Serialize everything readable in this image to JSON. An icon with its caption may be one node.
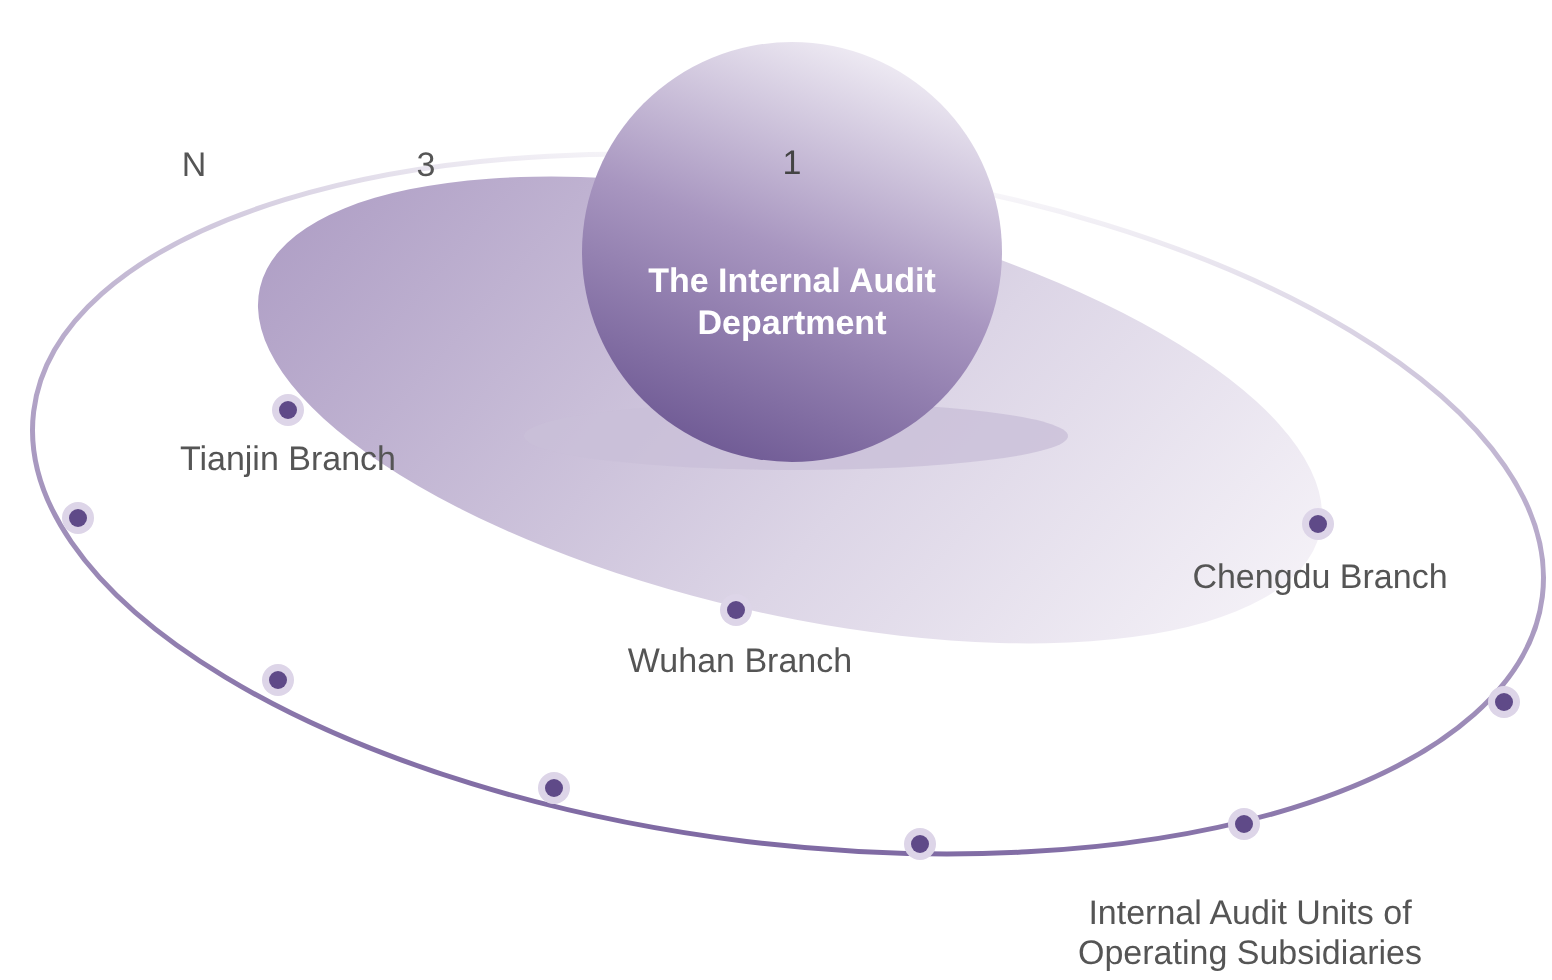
{
  "diagram": {
    "nodes": [
      {
        "text": [
          "1",
          "The Internal Audit Department"
        ]
      }
    ],
    "labels": [
      "N",
      "3",
      "Tianjin Branch",
      "Chengdu Branch",
      "Wuhan Branch",
      "Internal Audit Units of Operating Subsidiaries"
    ]
  }
}
